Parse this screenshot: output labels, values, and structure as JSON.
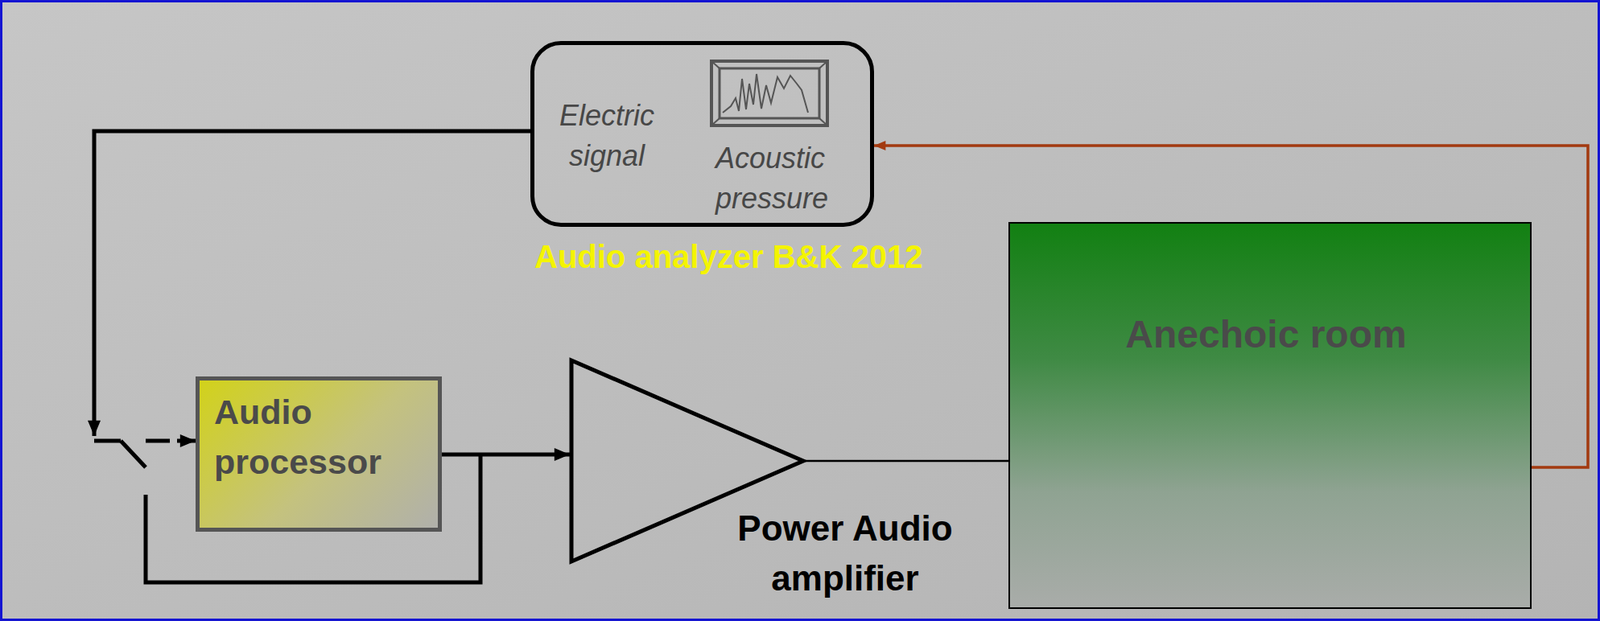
{
  "diagram": {
    "nodes": [
      {
        "text": [
          "Electric signal",
          "Acoustic pressure",
          "Audio analyzer B&K 2012"
        ]
      },
      {
        "text": [
          "Audio processor"
        ]
      },
      {
        "text": [
          "Power Audio amplifier"
        ]
      },
      {
        "text": [
          "Anechoic room"
        ]
      }
    ],
    "edges": [
      {
        "from": 0,
        "to": 1,
        "arrow": "to"
      },
      {
        "from": 1,
        "to": 2,
        "arrow": "to"
      },
      {
        "from": 2,
        "to": 3,
        "arrow": "to"
      },
      {
        "from": 3,
        "to": 0,
        "arrow": "to"
      }
    ]
  }
}
